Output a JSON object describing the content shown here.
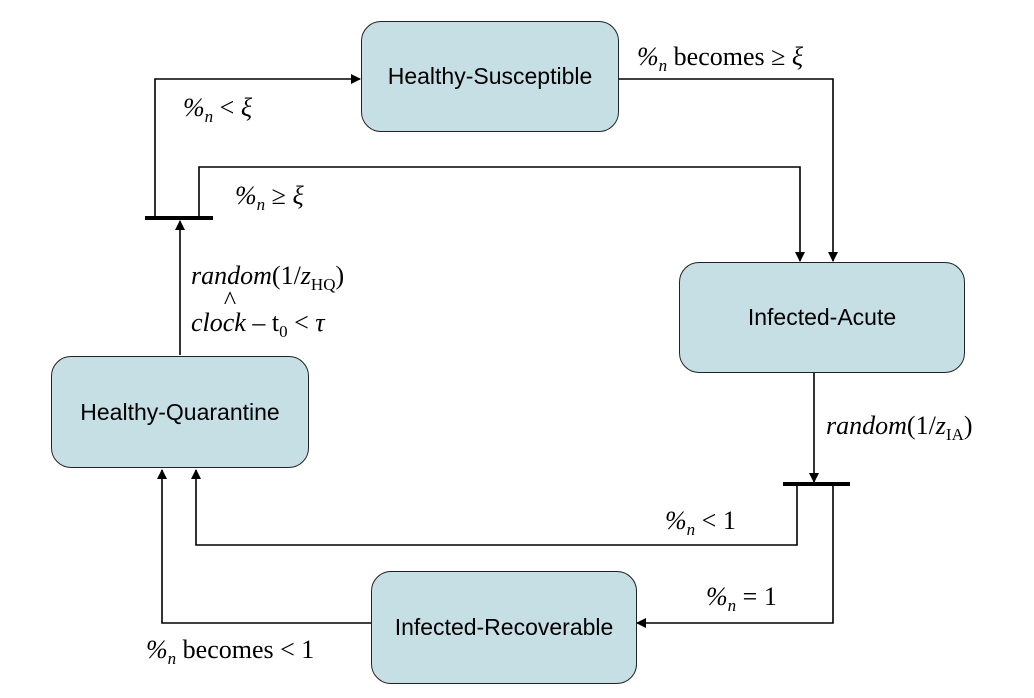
{
  "states": {
    "healthy_susceptible": "Healthy-Susceptible",
    "infected_acute": "Infected-Acute",
    "healthy_quarantine": "Healthy-Quarantine",
    "infected_recoverable": "Infected-Recoverable"
  },
  "labels": {
    "pct_symbol": "%",
    "n_sub": "n",
    "xi": "ξ",
    "tau": "τ",
    "lt": "<",
    "geq": "≥",
    "eq": "=",
    "one": "1",
    "becomes_geq": "becomes ≥",
    "becomes_lt": "becomes <",
    "random": "random",
    "rate_open": "(1/",
    "z": "z",
    "hq_sub": "HQ",
    "ia_sub": "IA",
    "close_paren": ")",
    "clock": "clock",
    "minus_t": " – t",
    "zero_sub": "0"
  }
}
